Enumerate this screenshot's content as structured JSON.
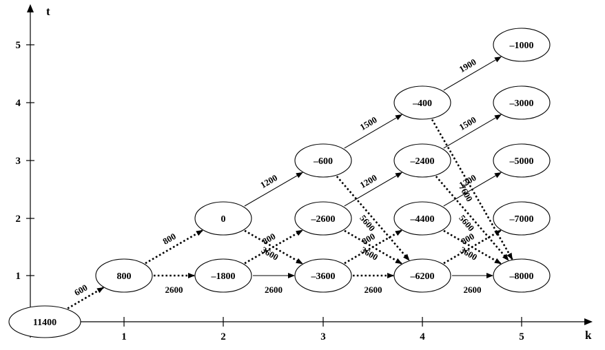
{
  "axes": {
    "x_name": "k",
    "y_name": "t",
    "x_ticks": [
      "1",
      "2",
      "3",
      "4",
      "5"
    ],
    "y_ticks": [
      "1",
      "2",
      "3",
      "4",
      "5"
    ]
  },
  "nodes": [
    {
      "id": "n00",
      "text": "11400"
    },
    {
      "id": "n11",
      "text": "800"
    },
    {
      "id": "n21",
      "text": "–1800"
    },
    {
      "id": "n22",
      "text": "0"
    },
    {
      "id": "n31",
      "text": "–3600"
    },
    {
      "id": "n32",
      "text": "–2600"
    },
    {
      "id": "n33",
      "text": "–600"
    },
    {
      "id": "n41",
      "text": "–6200"
    },
    {
      "id": "n42",
      "text": "–4400"
    },
    {
      "id": "n43",
      "text": "–2400"
    },
    {
      "id": "n44",
      "text": "–400"
    },
    {
      "id": "n51",
      "text": "–8000"
    },
    {
      "id": "n52",
      "text": "–7000"
    },
    {
      "id": "n53",
      "text": "–5000"
    },
    {
      "id": "n54",
      "text": "–3000"
    },
    {
      "id": "n55",
      "text": "–1000"
    }
  ],
  "edges": [
    {
      "from": "n00",
      "to": "n11",
      "label": "600",
      "style": "dotted"
    },
    {
      "from": "n11",
      "to": "n21",
      "label": "2600",
      "style": "dotted"
    },
    {
      "from": "n11",
      "to": "n22",
      "label": "800",
      "style": "dotted"
    },
    {
      "from": "n21",
      "to": "n31",
      "label": "2600",
      "style": "solid"
    },
    {
      "from": "n21",
      "to": "n32",
      "label": "800",
      "style": "dotted"
    },
    {
      "from": "n22",
      "to": "n31",
      "label": "3600",
      "style": "dotted"
    },
    {
      "from": "n22",
      "to": "n33",
      "label": "1200",
      "style": "solid"
    },
    {
      "from": "n31",
      "to": "n41",
      "label": "2600",
      "style": "dotted"
    },
    {
      "from": "n31",
      "to": "n42",
      "label": "800",
      "style": "dotted"
    },
    {
      "from": "n32",
      "to": "n41",
      "label": "3600",
      "style": "dotted"
    },
    {
      "from": "n32",
      "to": "n43",
      "label": "1200",
      "style": "solid"
    },
    {
      "from": "n33",
      "to": "n41",
      "label": "5600",
      "style": "dotted"
    },
    {
      "from": "n33",
      "to": "n44",
      "label": "1500",
      "style": "solid"
    },
    {
      "from": "n41",
      "to": "n51",
      "label": "2600",
      "style": "solid"
    },
    {
      "from": "n41",
      "to": "n52",
      "label": "800",
      "style": "dotted"
    },
    {
      "from": "n42",
      "to": "n51",
      "label": "3600",
      "style": "dotted"
    },
    {
      "from": "n42",
      "to": "n53",
      "label": "1200",
      "style": "solid"
    },
    {
      "from": "n43",
      "to": "n51",
      "label": "5600",
      "style": "dotted"
    },
    {
      "from": "n43",
      "to": "n54",
      "label": "1500",
      "style": "solid"
    },
    {
      "from": "n44",
      "to": "n51",
      "label": "7600",
      "style": "dotted"
    },
    {
      "from": "n44",
      "to": "n55",
      "label": "1900",
      "style": "solid"
    }
  ]
}
